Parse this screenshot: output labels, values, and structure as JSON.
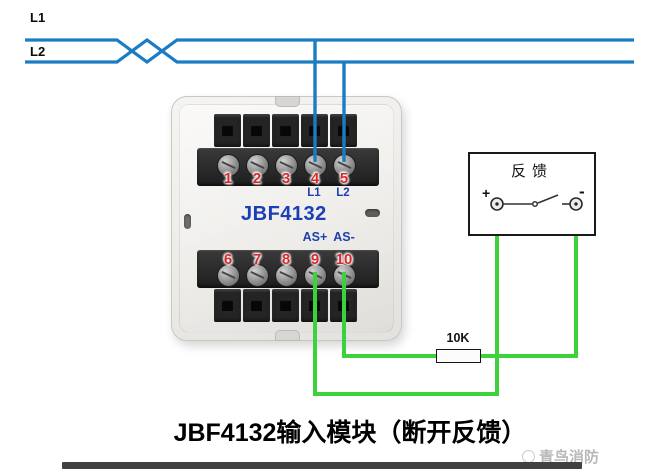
{
  "bus": {
    "l1_label": "L1",
    "l2_label": "L2"
  },
  "module": {
    "model": "JBF4132",
    "top_terminals": [
      "1",
      "2",
      "3",
      "4",
      "5"
    ],
    "bottom_terminals": [
      "6",
      "7",
      "8",
      "9",
      "10"
    ],
    "terminal_l1": "L1",
    "terminal_l2": "L2",
    "as_plus": "AS+",
    "as_minus": "AS-"
  },
  "feedback": {
    "title": "反馈",
    "plus": "+",
    "minus": "-"
  },
  "resistor": {
    "label": "10K"
  },
  "caption": "JBF4132输入模块（断开反馈）",
  "brand": "青鸟消防",
  "colors": {
    "wire_blue": "#1a7cc2",
    "wire_green": "#3bd23b",
    "number_red": "#d82a2e",
    "label_blue": "#1e3fae",
    "model_blue": "#1b3db5"
  }
}
